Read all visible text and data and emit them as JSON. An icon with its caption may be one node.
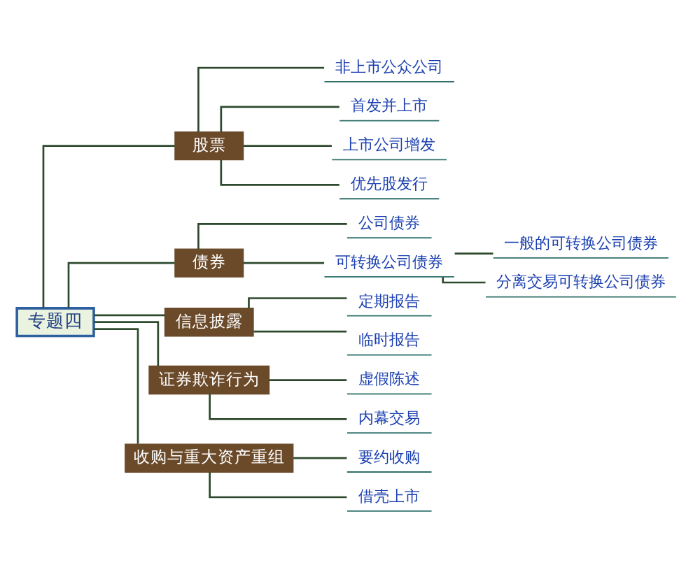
{
  "diagram": {
    "nodes": [
      {
        "text": [
          "专题四"
        ]
      },
      {
        "text": [
          "股票"
        ]
      },
      {
        "text": [
          "非上市公众公司"
        ]
      },
      {
        "text": [
          "首发并上市"
        ]
      },
      {
        "text": [
          "上市公司增发"
        ]
      },
      {
        "text": [
          "优先股发行"
        ]
      },
      {
        "text": [
          "债券"
        ]
      },
      {
        "text": [
          "公司债券"
        ]
      },
      {
        "text": [
          "可转换公司债券"
        ]
      },
      {
        "text": [
          "一般的可转换公司债券"
        ]
      },
      {
        "text": [
          "分离交易可转换公司债券"
        ]
      },
      {
        "text": [
          "信息披露"
        ]
      },
      {
        "text": [
          "定期报告"
        ]
      },
      {
        "text": [
          "临时报告"
        ]
      },
      {
        "text": [
          "证券欺诈行为"
        ]
      },
      {
        "text": [
          "虚假陈述"
        ]
      },
      {
        "text": [
          "内幕交易"
        ]
      },
      {
        "text": [
          "收购与重大资产重组"
        ]
      },
      {
        "text": [
          "要约收购"
        ]
      },
      {
        "text": [
          "借壳上市"
        ]
      }
    ],
    "edges": [
      {
        "from": 0,
        "to": 1,
        "arrow": "none"
      },
      {
        "from": 1,
        "to": 2,
        "arrow": "none"
      },
      {
        "from": 1,
        "to": 3,
        "arrow": "none"
      },
      {
        "from": 1,
        "to": 4,
        "arrow": "none"
      },
      {
        "from": 1,
        "to": 5,
        "arrow": "none"
      },
      {
        "from": 0,
        "to": 6,
        "arrow": "none"
      },
      {
        "from": 6,
        "to": 7,
        "arrow": "none"
      },
      {
        "from": 6,
        "to": 8,
        "arrow": "none"
      },
      {
        "from": 8,
        "to": 9,
        "arrow": "none"
      },
      {
        "from": 8,
        "to": 10,
        "arrow": "none"
      },
      {
        "from": 0,
        "to": 11,
        "arrow": "none"
      },
      {
        "from": 11,
        "to": 12,
        "arrow": "none"
      },
      {
        "from": 11,
        "to": 13,
        "arrow": "none"
      },
      {
        "from": 0,
        "to": 14,
        "arrow": "none"
      },
      {
        "from": 14,
        "to": 15,
        "arrow": "none"
      },
      {
        "from": 14,
        "to": 16,
        "arrow": "none"
      },
      {
        "from": 0,
        "to": 17,
        "arrow": "none"
      },
      {
        "from": 17,
        "to": 18,
        "arrow": "none"
      },
      {
        "from": 17,
        "to": 19,
        "arrow": "none"
      }
    ]
  }
}
